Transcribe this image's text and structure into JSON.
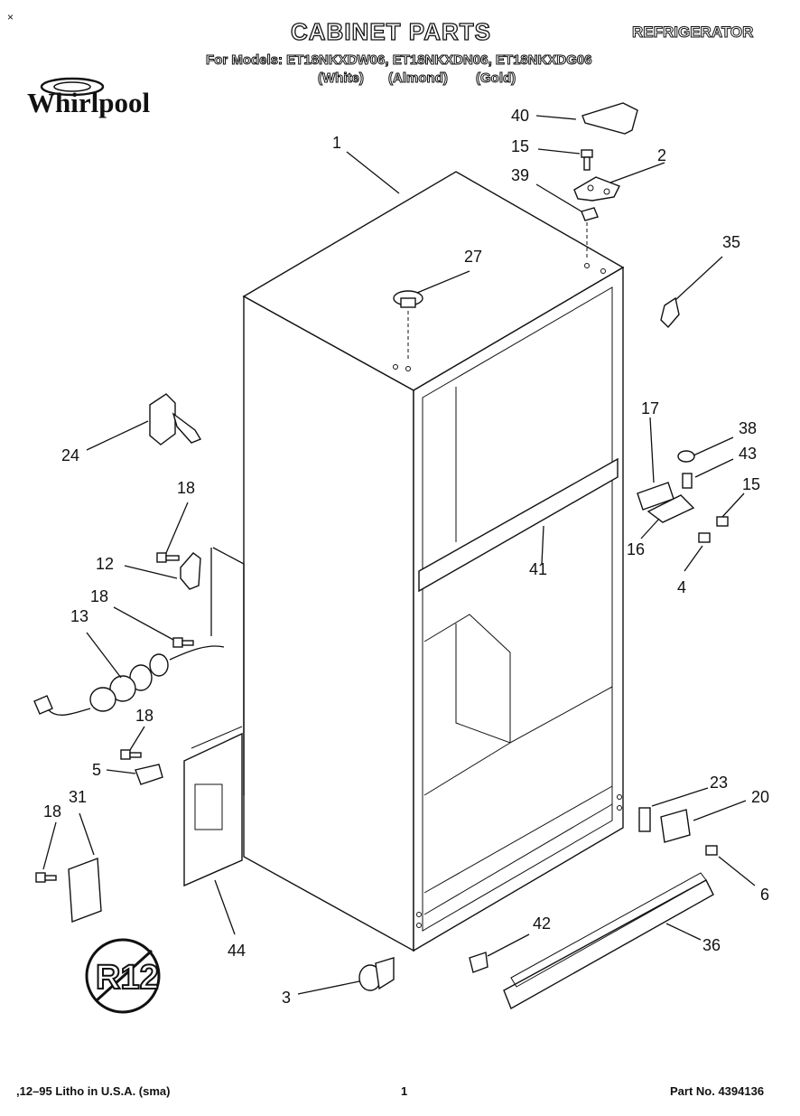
{
  "header": {
    "mark": "×",
    "title": "CABINET PARTS",
    "category": "REFRIGERATOR",
    "models": "For Models: ET18NKXDW06, ET18NKXDN06, ET18NKXDG06",
    "colors": [
      "(White)",
      "(Almond)",
      "(Gold)"
    ]
  },
  "brand": {
    "name": "Whirlpool"
  },
  "stamp": {
    "text": "R12"
  },
  "callouts": [
    "1",
    "2",
    "3",
    "4",
    "5",
    "6",
    "12",
    "13",
    "15",
    "15",
    "16",
    "17",
    "18",
    "18",
    "18",
    "18",
    "20",
    "23",
    "24",
    "27",
    "31",
    "35",
    "36",
    "38",
    "39",
    "40",
    "41",
    "42",
    "43",
    "44"
  ],
  "footer": {
    "left": ",12–95 Litho in U.S.A. (sma)",
    "page": "1",
    "part_no": "Part No. 4394136"
  }
}
